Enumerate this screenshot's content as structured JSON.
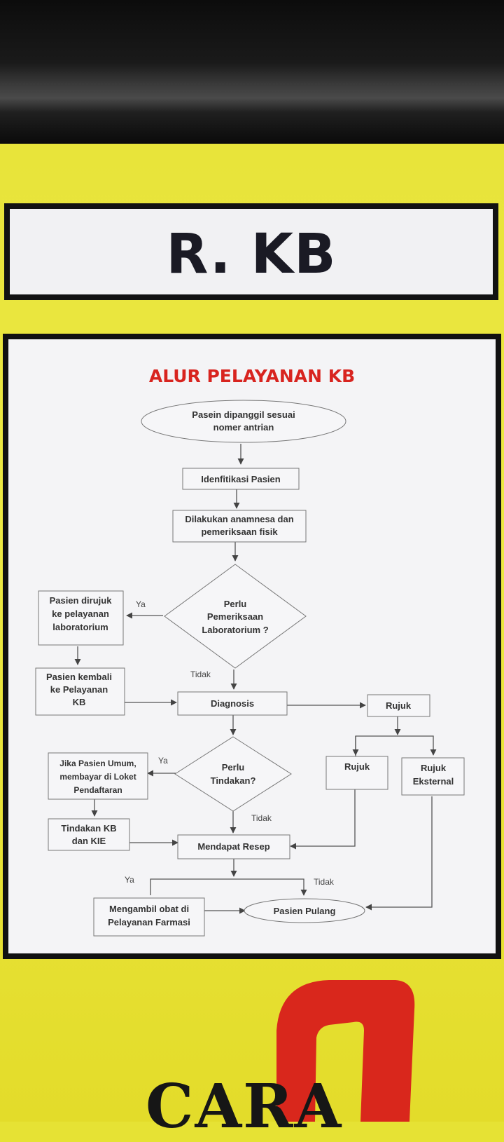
{
  "sign": {
    "title": "R. KB"
  },
  "flowchart": {
    "heading": "ALUR PELAYANAN KB",
    "nodes": {
      "start": [
        "Pasein dipanggil sesuai",
        "nomer antrian"
      ],
      "identify": [
        "Idenfitikasi Pasien"
      ],
      "anamnesa": [
        "Dilakukan anamnesa dan",
        "pemeriksaan fisik"
      ],
      "lab_decision": [
        "Perlu",
        "Pemeriksaan",
        "Laboratorium ?"
      ],
      "lab_referral": [
        "Pasien dirujuk",
        "ke pelayanan",
        "laboratorium"
      ],
      "lab_return": [
        "Pasien kembali",
        "ke Pelayanan",
        "KB"
      ],
      "diagnosis": [
        "Diagnosis"
      ],
      "refer": [
        "Rujuk"
      ],
      "refer_internal": [
        "Rujuk"
      ],
      "refer_external": [
        "Rujuk",
        "Eksternal"
      ],
      "action_decision": [
        "Perlu",
        "Tindakan?"
      ],
      "payment": [
        "Jika Pasien Umum,",
        "membayar di Loket",
        "Pendaftaran"
      ],
      "kb_action": [
        "Tindakan KB",
        "dan KIE"
      ],
      "prescription": [
        "Mendapat Resep"
      ],
      "pharmacy": [
        "Mengambil obat di",
        "Pelayanan Farmasi"
      ],
      "end": [
        "Pasien Pulang"
      ]
    },
    "labels": {
      "lab_yes": "Ya",
      "lab_no": "Tidak",
      "action_yes": "Ya",
      "action_no": "Tidak",
      "rx_yes": "Ya",
      "rx_no": "Tidak"
    }
  },
  "logo": {
    "text": "CARA"
  },
  "colors": {
    "board": "#e6e234",
    "heading": "#d8241f",
    "logo_accent": "#d9271c"
  }
}
